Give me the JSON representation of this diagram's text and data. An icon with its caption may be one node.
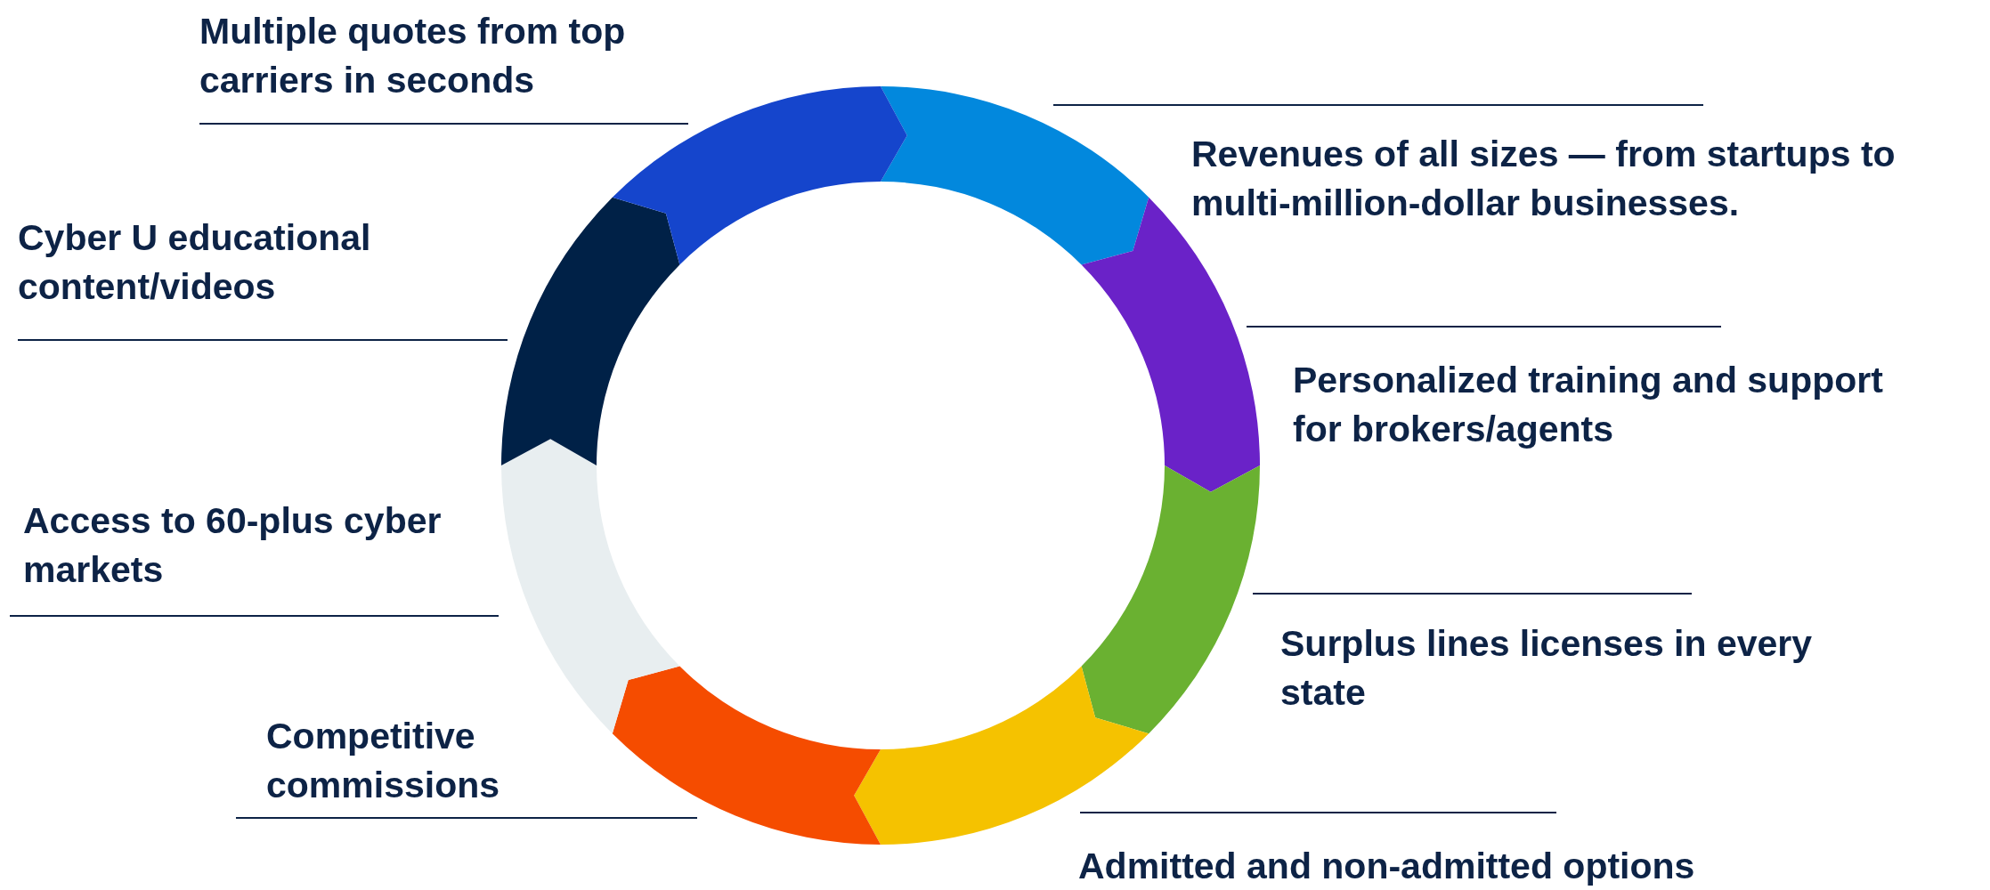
{
  "diagram": {
    "nodes": [
      {
        "text": [
          "Multiple quotes from top carriers in seconds"
        ]
      },
      {
        "text": [
          "Revenues of all sizes — from startups to multi-million-dollar businesses."
        ]
      },
      {
        "text": [
          "Cyber U educational content/videos"
        ]
      },
      {
        "text": [
          "Personalized training and support for brokers/agents"
        ]
      },
      {
        "text": [
          "Access to 60-plus cyber markets"
        ]
      },
      {
        "text": [
          "Surplus lines licenses in every state"
        ]
      },
      {
        "text": [
          "Competitive commissions"
        ]
      },
      {
        "text": [
          "Admitted and non-admitted options"
        ]
      }
    ]
  }
}
